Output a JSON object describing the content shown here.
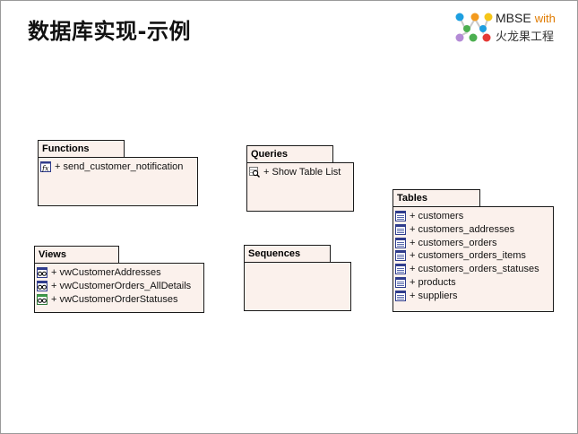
{
  "slide_title": "数据库实现-示例",
  "logo": {
    "brand": "MBSE",
    "with": "with",
    "subtitle": "火龙果工程"
  },
  "functions": {
    "title": "Functions",
    "items": [
      "+ send_customer_notification"
    ]
  },
  "queries": {
    "title": "Queries",
    "items": [
      "+ Show Table List"
    ]
  },
  "tables": {
    "title": "Tables",
    "items": [
      "+ customers",
      "+ customers_addresses",
      "+ customers_orders",
      "+ customers_orders_items",
      "+ customers_orders_statuses",
      "+ products",
      "+ suppliers"
    ]
  },
  "views": {
    "title": "Views",
    "items": [
      "+ vwCustomerAddresses",
      "+ vwCustomerOrders_AllDetails",
      "+ vwCustomerOrderStatuses"
    ]
  },
  "sequences": {
    "title": "Sequences",
    "items": []
  },
  "colors": {
    "package_fill": "#fbf1ec",
    "package_border": "#1a1a1a",
    "logo_with": "#e07b00"
  },
  "icons": {
    "function": "function-icon",
    "query": "query-icon",
    "table": "table-icon",
    "view": "view-icon"
  }
}
